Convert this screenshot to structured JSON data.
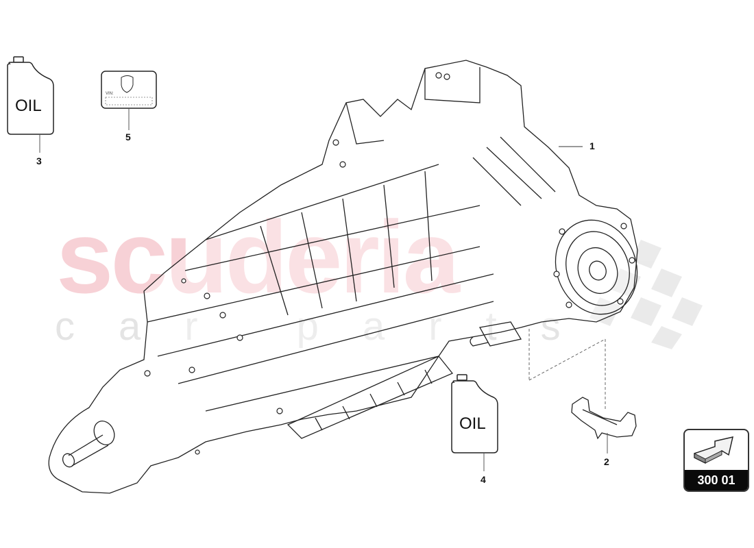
{
  "diagram": {
    "title": "Transmission assembly exploded parts diagram",
    "watermark": {
      "brand": "scuderia",
      "subtitle": "car parts",
      "brand_color": "#f6c9cf",
      "subtitle_color": "#e4e4e4"
    },
    "parts": [
      {
        "number": "1",
        "name": "transmission",
        "icon": "gearbox-drawing"
      },
      {
        "number": "2",
        "name": "bracket",
        "icon": "bracket-drawing"
      },
      {
        "number": "3",
        "name": "oil-bottle-a",
        "icon": "oil-bottle",
        "label": "OIL"
      },
      {
        "number": "4",
        "name": "oil-bottle-b",
        "icon": "oil-bottle",
        "label": "OIL"
      },
      {
        "number": "5",
        "name": "vin-plate",
        "icon": "vin-label-plate",
        "label": "VIN:"
      }
    ],
    "navigation": {
      "icon": "arrow-3d-icon",
      "code": "300 01"
    }
  }
}
